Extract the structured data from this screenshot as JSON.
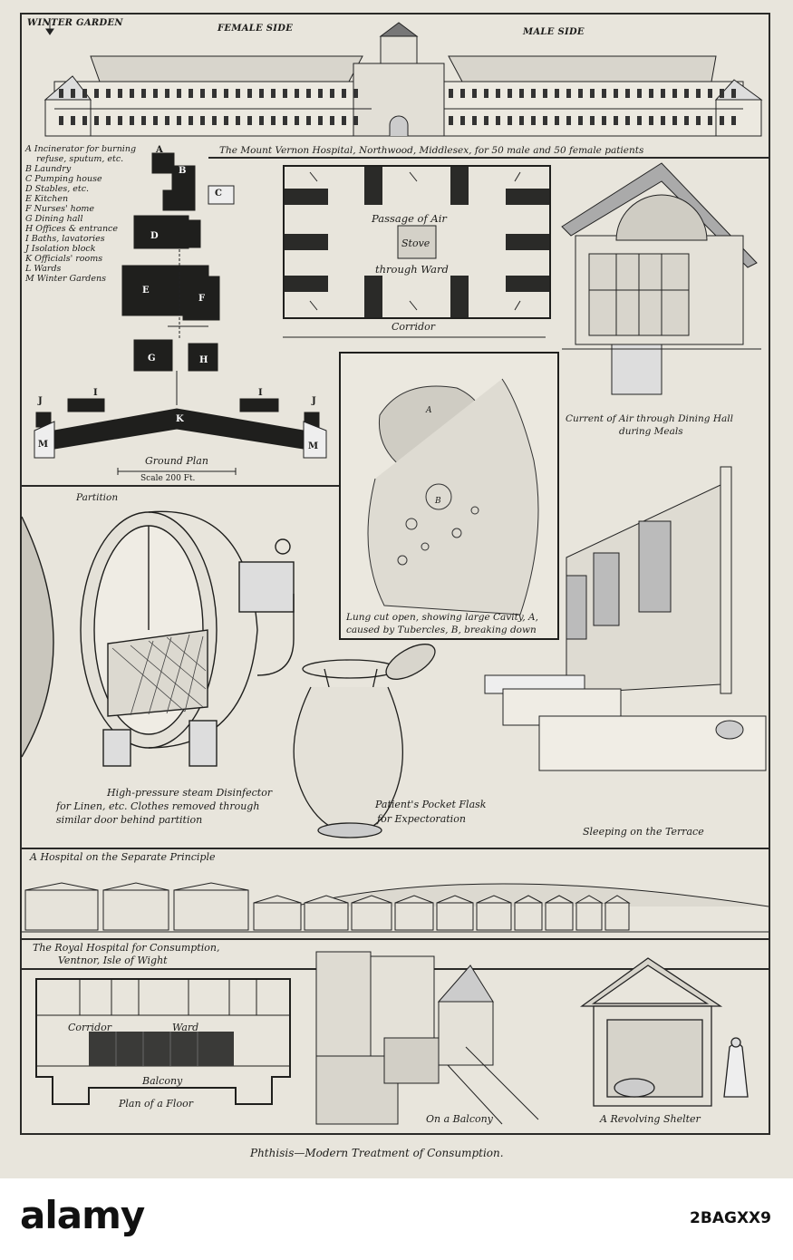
{
  "header": {
    "winter_garden": "WINTER GARDEN",
    "female_side": "FEMALE SIDE",
    "male_side": "MALE SIDE"
  },
  "hospital_caption": "The Mount Vernon Hospital, Northwood, Middlesex, for 50 male and 50 female patients",
  "legend": [
    "A Incinerator for burning",
    "refuse, sputum, etc.",
    "B Laundry",
    "C Pumping house",
    "D Stables, etc.",
    "E Kitchen",
    "F Nurses' home",
    "G Dining hall",
    "H Offices & entrance",
    "I Baths, lavatories",
    "J Isolation block",
    "K Officials' rooms",
    "L Wards",
    "M Winter Gardens"
  ],
  "plan_labels": [
    "A",
    "B",
    "C",
    "D",
    "E",
    "F",
    "G",
    "H",
    "I",
    "I",
    "J",
    "J",
    "K",
    "M",
    "M"
  ],
  "ground_plan": {
    "title": "Ground Plan",
    "scale": "Scale 200 Ft."
  },
  "ward_diagram": {
    "line1": "Passage of Air",
    "stove": "Stove",
    "line2": "through Ward",
    "corridor": "Corridor"
  },
  "dining_caption": {
    "line1": "Current of Air through Dining Hall",
    "line2": "during Meals"
  },
  "lung_caption": {
    "line1": "Lung cut open, showing large Cavity, A,",
    "line2": "caused by Tubercles, B, breaking down",
    "mark_a": "A",
    "mark_b": "B"
  },
  "partition": "Partition",
  "disinfector_caption": {
    "line1": "High-pressure steam Disinfector",
    "line2": "for Linen, etc.  Clothes removed through",
    "line3": "similar door behind partition"
  },
  "flask_caption": {
    "line1": "Patient's Pocket Flask",
    "line2": "for Expectoration"
  },
  "terrace_caption": "Sleeping on the Terrace",
  "separate_principle": "A Hospital on the Separate Principle",
  "royal_caption": {
    "line1": "The Royal Hospital for Consumption,",
    "line2": "Ventnor, Isle of Wight"
  },
  "floor_plan": {
    "corridor": "Corridor",
    "ward": "Ward",
    "balcony": "Balcony",
    "title": "Plan of a Floor"
  },
  "balcony_caption": "On a Balcony",
  "shelter_caption": "A Revolving Shelter",
  "page_title": "Phthisis—Modern Treatment of Consumption.",
  "watermark": {
    "brand": "alamy",
    "image_id": "2BAGXX9"
  }
}
